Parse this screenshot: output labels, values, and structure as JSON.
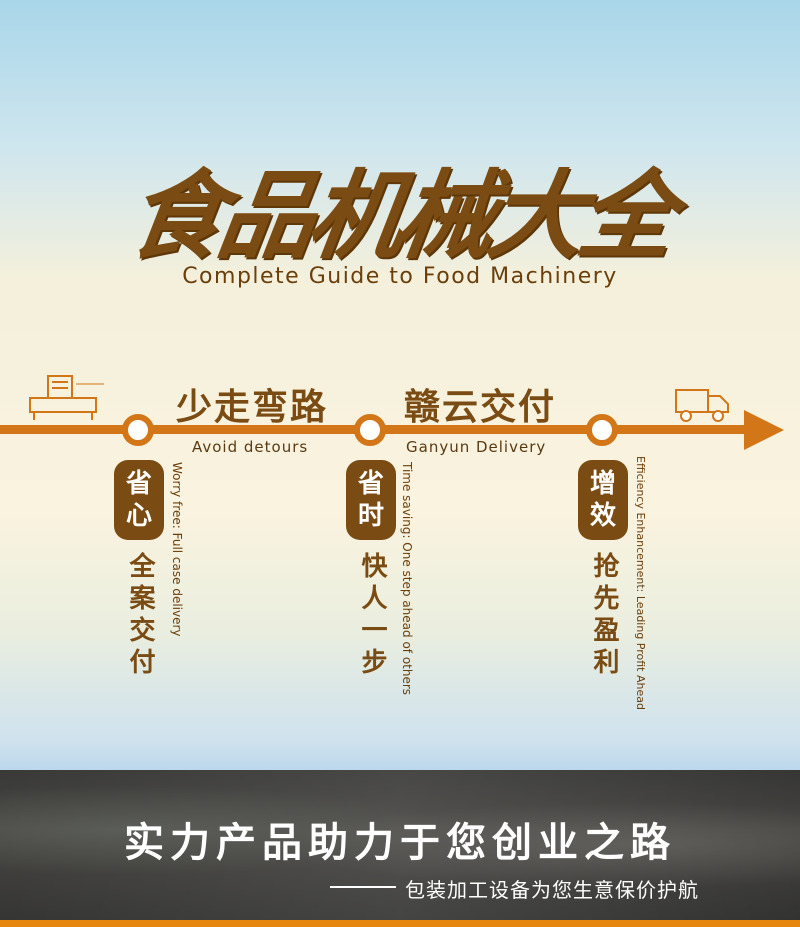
{
  "header": {
    "title": "食品机械大全",
    "subtitle": "Complete Guide to Food Machinery"
  },
  "timeline": {
    "phrases": [
      {
        "cn": "少走弯路",
        "en": "Avoid detours"
      },
      {
        "cn": "赣云交付",
        "en": "Ganyun Delivery"
      }
    ],
    "icons": [
      "packaging-machine-icon",
      "delivery-truck-icon"
    ],
    "accent_color": "#d27618",
    "brown_color": "#7a4b12"
  },
  "benefits": [
    {
      "badge_top": "省",
      "badge_bottom": "心",
      "cn": "全案交付",
      "en": "Worry free: Full case delivery"
    },
    {
      "badge_top": "省",
      "badge_bottom": "时",
      "cn": "快人一步",
      "en": "Time saving: One step ahead of others"
    },
    {
      "badge_top": "增",
      "badge_bottom": "效",
      "cn": "抢先盈利",
      "en": "Efficiency Enhancement: Leading Profit Ahead"
    }
  ],
  "footer": {
    "title": "实力产品助力于您创业之路",
    "subtitle": "包装加工设备为您生意保价护航",
    "bar_color": "#e6860f"
  }
}
